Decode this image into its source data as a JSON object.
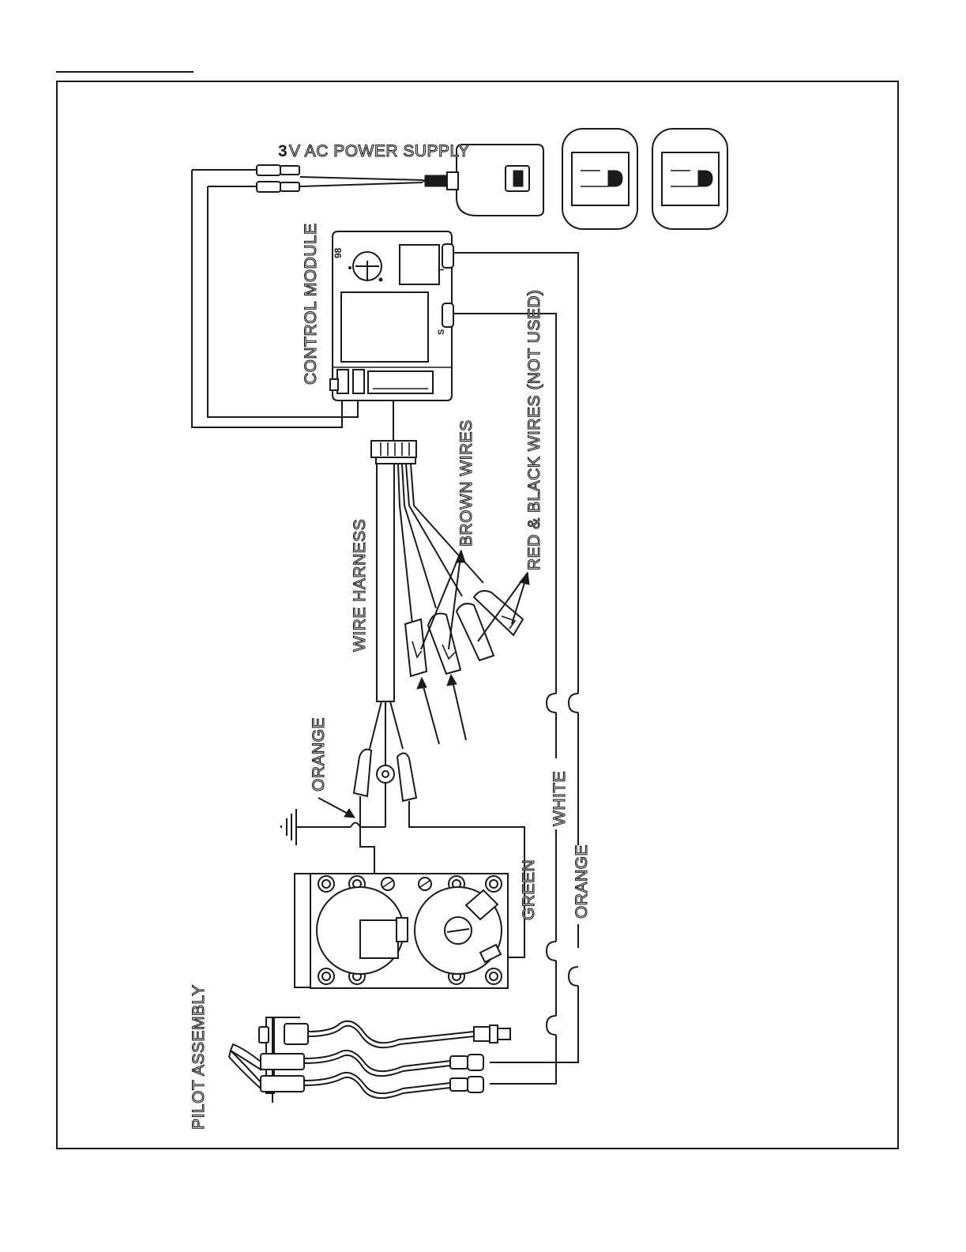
{
  "labels": {
    "power_digit": "3",
    "power_supply": "V AC POWER SUPPLY",
    "control_module": "CONTROL MODULE",
    "wire_harness": "WIRE HARNESS",
    "brown_wires": "BROWN WIRES",
    "red_black_wires": "RED & BLACK WIRES (NOT USED)",
    "orange_left": "ORANGE",
    "white": "WHITE",
    "green": "GREEN",
    "orange_right": "ORANGE",
    "pilot_assembly": "PILOT ASSEMBLY"
  },
  "module_marks": {
    "top_left": "98",
    "port_1": "I",
    "port_2": "S"
  }
}
